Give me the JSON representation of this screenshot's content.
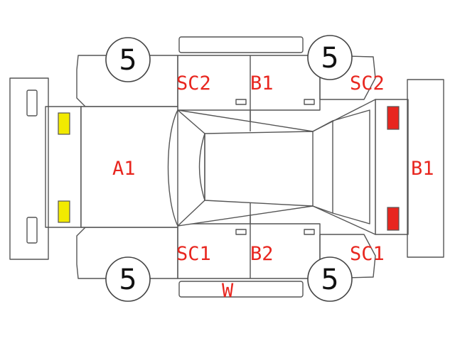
{
  "colors": {
    "code_text": "#e8261f",
    "lamp_front": "#f2ea00",
    "lamp_rear": "#e8261f",
    "outline": "#555555"
  },
  "wheels": {
    "front_upper": "5",
    "rear_upper": "5",
    "front_lower": "5",
    "rear_lower": "5"
  },
  "codes": {
    "hood": "A1",
    "front_fender_upper": "SC2",
    "rear_door_upper": "B1",
    "rear_fender_upper": "SC2",
    "rear_panel": "B1",
    "front_fender_lower": "SC1",
    "rear_door_lower": "B2",
    "rear_fender_lower": "SC1",
    "lower_bar": "W"
  }
}
